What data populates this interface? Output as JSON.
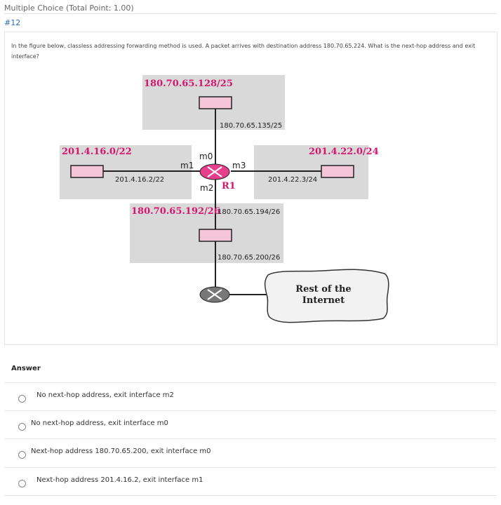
{
  "header": {
    "question_type": "Multiple Choice (Total Point: 1.00)",
    "question_number": "#12"
  },
  "question": {
    "text": "In the figure below, classless addressing forwarding method is used. A packet arrives with destination address 180.70.65.224. What is the next-hop address and exit interface?"
  },
  "figure": {
    "networks": {
      "top": "180.70.65.128/25",
      "left": "201.4.16.0/22",
      "right": "201.4.22.0/24",
      "bottom": "180.70.65.192/26"
    },
    "hosts": {
      "top": "180.70.65.135/25",
      "left": "201.4.16.2/22",
      "right": "201.4.22.3/24",
      "bottom_upper": "180.70.65.194/26",
      "bottom_lower": "180.70.65.200/26"
    },
    "router_label": "R1",
    "interfaces": {
      "m0": "m0",
      "m1": "m1",
      "m2": "m2",
      "m3": "m3"
    },
    "cloud": {
      "line1": "Rest of the",
      "line2": "Internet"
    },
    "colors": {
      "network_label": "#d4166f",
      "router": "#e83f8c",
      "router_gray": "#777777",
      "lan_bg": "#d9d9d9",
      "host_fill": "#f5c6d8"
    }
  },
  "answer": {
    "label": "Answer",
    "options": [
      "No next-hop address, exit interface m2",
      "No next-hop address, exit interface m0",
      "Next-hop address 180.70.65.200, exit interface m0",
      "Next-hop address 201.4.16.2, exit interface m1"
    ]
  }
}
